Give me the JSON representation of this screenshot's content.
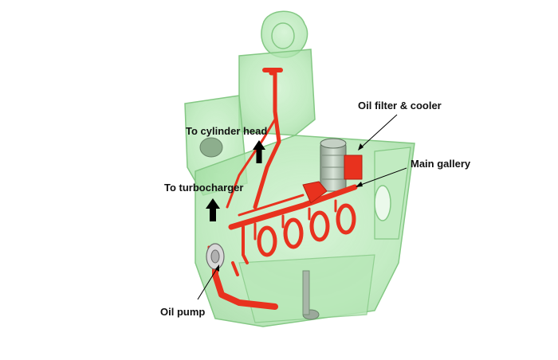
{
  "labels": {
    "oil_filter_cooler": "Oil filter & cooler",
    "to_cylinder_head": "To cylinder head",
    "main_gallery": "Main gallery",
    "to_turbocharger": "To turbocharger",
    "oil_pump": "Oil pump"
  },
  "colors": {
    "engine_body": "#8fdc8f",
    "engine_outline": "#6fbf6f",
    "oil_passage": "#e8321e",
    "oil_dark": "#b01e10",
    "arrow": "#000000",
    "label_text": "#111111"
  }
}
